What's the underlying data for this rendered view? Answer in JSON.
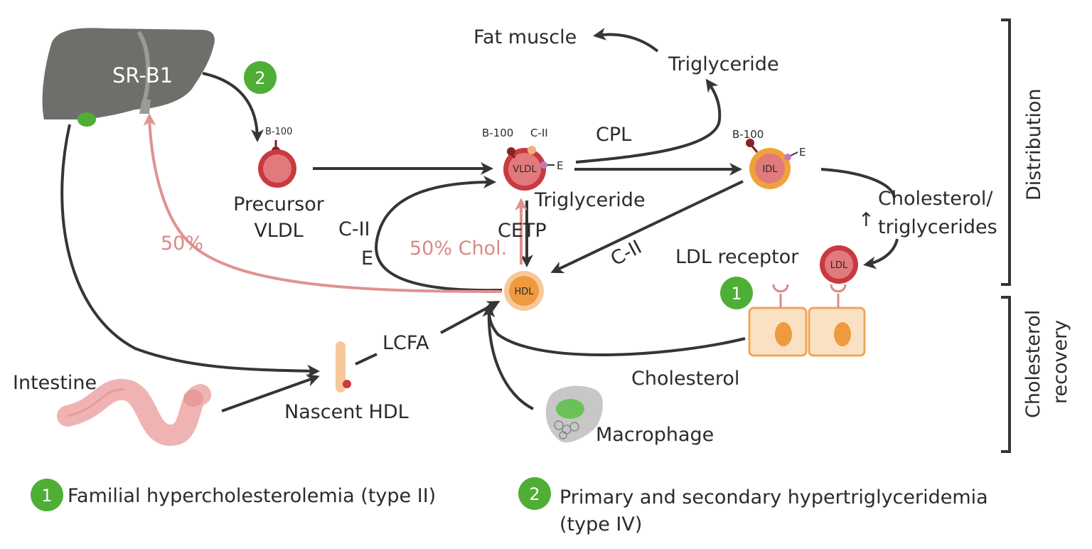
{
  "colors": {
    "arrow_dark": "#353535",
    "arrow_pink": "#e0928f",
    "lipo_red": "#c83a3f",
    "lipo_inner": "#e07a7c",
    "idl_orange": "#f0a23a",
    "hdl_outer": "#f7c89a",
    "hdl_inner": "#ef9a3e",
    "badge_green": "#4fae35",
    "liver": "#6e6e6a",
    "intestine": "#f0b3b3",
    "cell_fill": "#fbe1c4",
    "cell_stroke": "#f0a65a",
    "receptor": "#d98a87"
  },
  "organs": {
    "liver_label": "SR-B1",
    "intestine_label": "Intestine",
    "macrophage_label": "Macrophage"
  },
  "badges": {
    "one": "1",
    "two": "2"
  },
  "particles": {
    "precursor_vldl": {
      "label_line1": "Precursor",
      "label_line2": "VLDL",
      "apo": "B-100"
    },
    "vldl": {
      "inner": "VLDL",
      "apo_b": "B-100",
      "apo_c": "C-II",
      "apo_e": "E",
      "below": "Triglyceride"
    },
    "idl": {
      "inner": "IDL",
      "apo_b": "B-100",
      "apo_e": "E"
    },
    "hdl": {
      "inner": "HDL"
    },
    "ldl": {
      "inner": "LDL"
    },
    "nascent_hdl": {
      "label": "Nascent HDL"
    }
  },
  "labels": {
    "fat_muscle": "Fat muscle",
    "triglyceride_top": "Triglyceride",
    "cpl": "CPL",
    "cholesterol_tg_line1": "Cholesterol/",
    "cholesterol_tg_line2": "triglycerides",
    "up_arrow": "↑",
    "ldl_receptor": "LDL receptor",
    "c2_left": "C-II",
    "e_left": "E",
    "cetp": "CETP",
    "fifty_chol": "50% Chol.",
    "fifty": "50%",
    "c2_right": "C-II",
    "lcfa": "LCFA",
    "cholesterol_bottom": "Cholesterol"
  },
  "brackets": {
    "distribution": "Distribution",
    "cholesterol_recovery_line1": "Cholesterol",
    "cholesterol_recovery_line2": "recovery"
  },
  "legend": {
    "item1": "Familial hypercholesterolemia (type II)",
    "item2_line1": "Primary and secondary hypertriglyceridemia",
    "item2_line2": "(type IV)"
  }
}
